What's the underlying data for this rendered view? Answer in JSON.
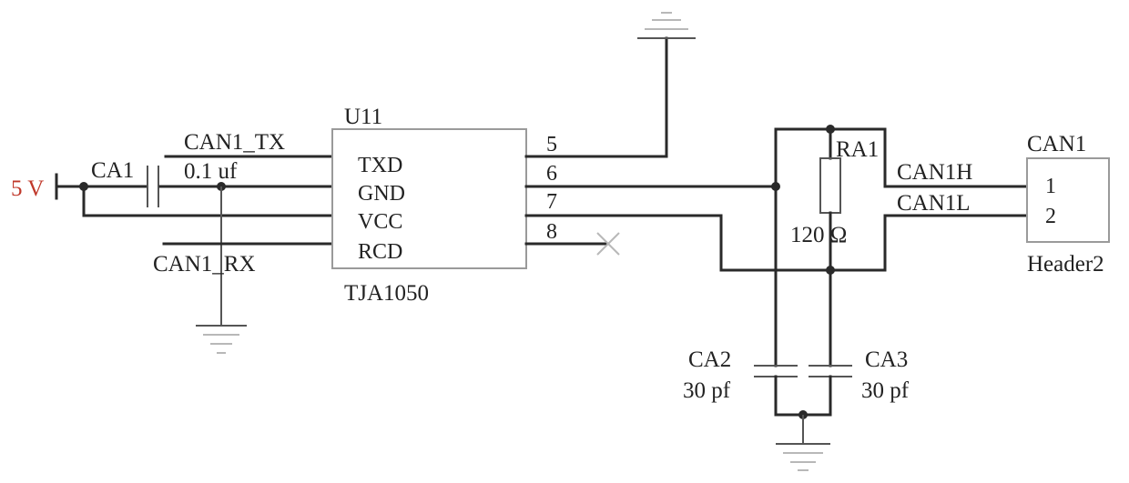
{
  "power": {
    "label": "5 V",
    "color": "#c0392b"
  },
  "capacitors": {
    "ca1": {
      "ref": "CA1",
      "value": "0.1 uf"
    },
    "ca2": {
      "ref": "CA2",
      "value": "30 pf"
    },
    "ca3": {
      "ref": "CA3",
      "value": "30 pf"
    }
  },
  "nets": {
    "tx": "CAN1_TX",
    "rx": "CAN1_RX",
    "canh": "CAN1H",
    "canl": "CAN1L"
  },
  "ic": {
    "ref": "U11",
    "part": "TJA1050",
    "left_pins": [
      "TXD",
      "GND",
      "VCC",
      "RCD"
    ],
    "right_pins": [
      "5",
      "6",
      "7",
      "8"
    ]
  },
  "resistor": {
    "ref": "RA1",
    "value": "120 Ω"
  },
  "connector": {
    "ref": "CAN1",
    "type": "Header2",
    "pins": [
      "1",
      "2"
    ]
  }
}
